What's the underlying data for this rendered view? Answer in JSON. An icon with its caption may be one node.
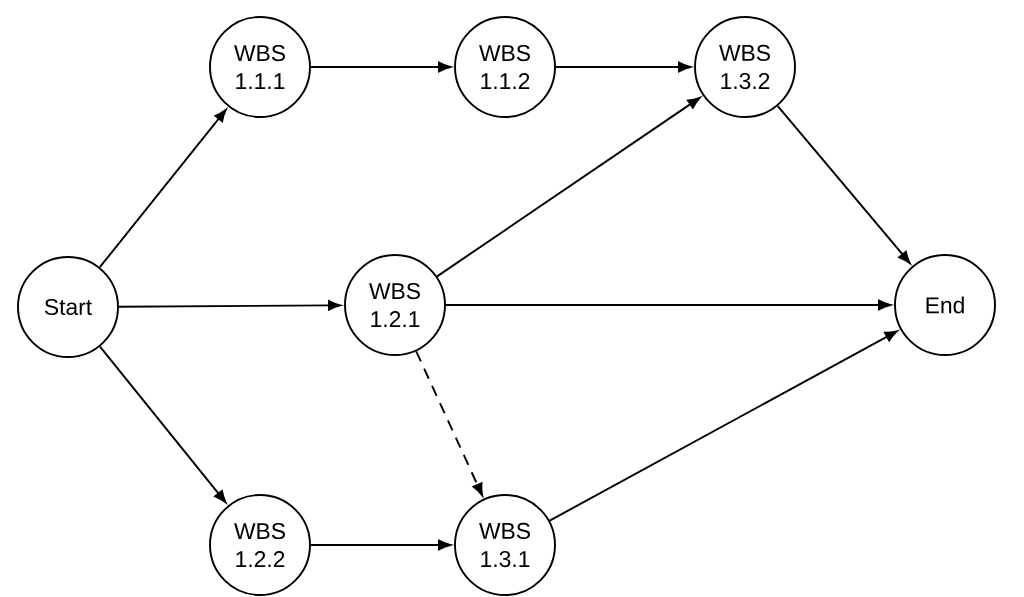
{
  "diagram": {
    "nodes": [
      {
        "text": [
          "Start"
        ]
      },
      {
        "text": [
          "WBS 1.1.1"
        ]
      },
      {
        "text": [
          "WBS 1.1.2"
        ]
      },
      {
        "text": [
          "WBS 1.3.2"
        ]
      },
      {
        "text": [
          "WBS 1.2.1"
        ]
      },
      {
        "text": [
          "End"
        ]
      },
      {
        "text": [
          "WBS 1.2.2"
        ]
      },
      {
        "text": [
          "WBS 1.3.1"
        ]
      }
    ],
    "edges": [
      {
        "from": 0,
        "to": 1,
        "arrow": "to"
      },
      {
        "from": 1,
        "to": 2,
        "arrow": "to"
      },
      {
        "from": 2,
        "to": 3,
        "arrow": "to"
      },
      {
        "from": 0,
        "to": 4,
        "arrow": "to"
      },
      {
        "from": 4,
        "to": 3,
        "arrow": "to"
      },
      {
        "from": 4,
        "to": 5,
        "arrow": "to"
      },
      {
        "from": 3,
        "to": 5,
        "arrow": "to"
      },
      {
        "from": 4,
        "to": 7,
        "arrow": "to",
        "style": "dashed"
      },
      {
        "from": 0,
        "to": 6,
        "arrow": "to"
      },
      {
        "from": 6,
        "to": 7,
        "arrow": "to"
      },
      {
        "from": 7,
        "to": 5,
        "arrow": "to"
      }
    ]
  }
}
